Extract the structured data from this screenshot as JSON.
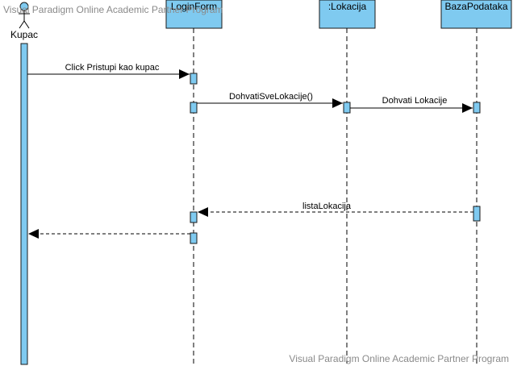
{
  "watermark": {
    "top": "Visual Paradigm Online Academic Partner Program",
    "bottom": "Visual Paradigm Online Academic Partner Program"
  },
  "actor": {
    "label": "Kupac"
  },
  "lifelines": [
    {
      "label": "LoginForm"
    },
    {
      "label": ":Lokacija"
    },
    {
      "label": "BazaPodataka"
    }
  ],
  "messages": [
    {
      "label": "Click Pristupi kao kupac",
      "type": "sync"
    },
    {
      "label": "DohvatiSveLokacije()",
      "type": "sync"
    },
    {
      "label": "Dohvati Lokacije",
      "type": "sync"
    },
    {
      "label": "listaLokacija",
      "type": "return"
    },
    {
      "label": "",
      "type": "return"
    }
  ],
  "colors": {
    "fill": "#7fcaf0",
    "stroke": "#1a1a1a",
    "lifeline": "#000000",
    "watermark": "#8a8a8a"
  }
}
